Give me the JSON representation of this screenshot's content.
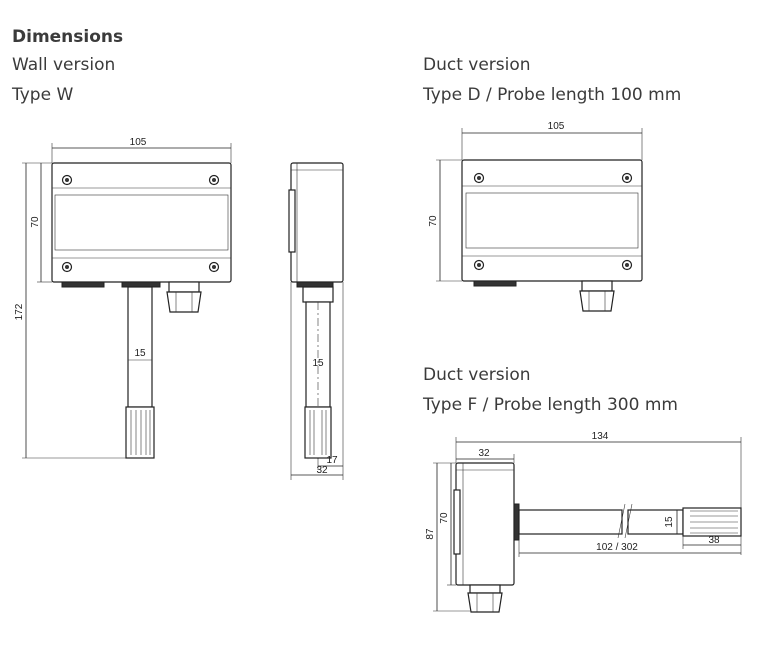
{
  "heading": "Dimensions",
  "wall": {
    "title": "Wall version",
    "type": "Type W",
    "dims": {
      "width": "105",
      "height": "70",
      "total": "172",
      "probe": "15",
      "depth": "32",
      "tip": "17"
    }
  },
  "ductD": {
    "title": "Duct version",
    "type": "Type D / Probe length 100 mm",
    "dims": {
      "width": "105",
      "height": "70"
    }
  },
  "ductF": {
    "title": "Duct version",
    "type": "Type F / Probe length 300 mm",
    "dims": {
      "length": "134",
      "depth": "32",
      "height": "70",
      "total": "87",
      "probe": "15",
      "probe_len": "102 / 302",
      "tip": "38"
    }
  }
}
